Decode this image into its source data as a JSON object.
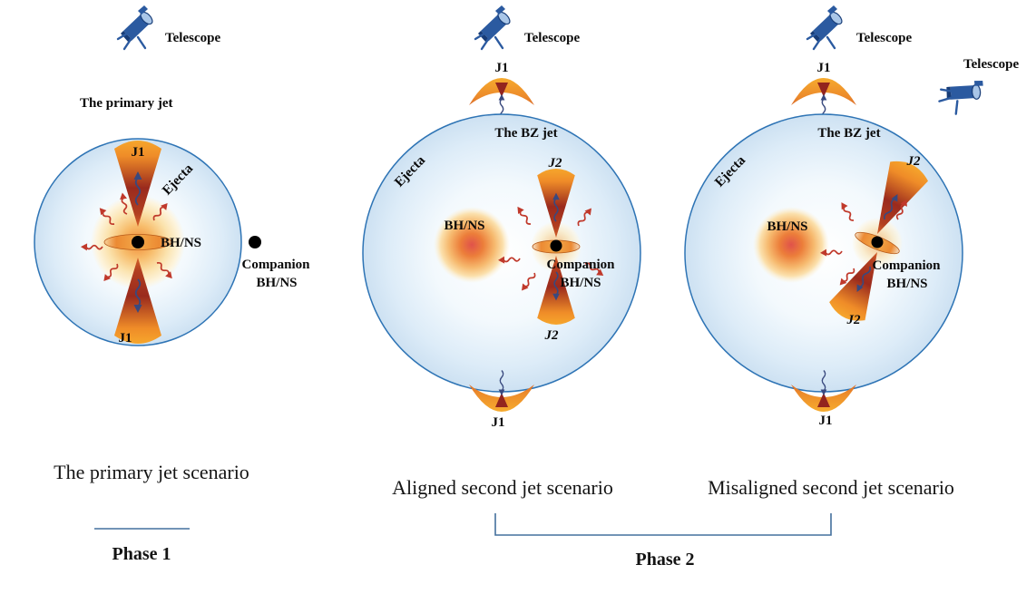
{
  "figure": {
    "phase1_label": "Phase 1",
    "phase2_label": "Phase 2"
  },
  "panels": [
    {
      "telescope": "Telescope",
      "primary_jet": "The primary jet",
      "j1_top": "J1",
      "j1_bottom": "J1",
      "ejecta": "Ejecta",
      "bhns": "BH/NS",
      "companion_line1": "Companion",
      "companion_line2": "BH/NS",
      "caption": "The primary jet scenario"
    },
    {
      "telescope": "Telescope",
      "bz_jet": "The BZ jet",
      "j1_top": "J1",
      "j1_bottom": "J1",
      "j2_top": "J2",
      "j2_bottom": "J2",
      "ejecta": "Ejecta",
      "bhns": "BH/NS",
      "companion_line1": "Companion",
      "companion_line2": "BH/NS",
      "caption": "Aligned second jet scenario"
    },
    {
      "telescope": "Telescope",
      "telescope2": "Telescope",
      "bz_jet": "The BZ jet",
      "j1_top": "J1",
      "j1_bottom": "J1",
      "j2_top": "J2",
      "j2_bottom": "J2",
      "ejecta": "Ejecta",
      "bhns": "BH/NS",
      "companion_line1": "Companion",
      "companion_line2": "BH/NS",
      "caption": "Misaligned second jet scenario"
    }
  ],
  "icons": {
    "telescope": "telescope-icon",
    "jet_flow_arrow": "wavy-arrow-icon",
    "photon_arrow": "photon-squiggle-icon"
  },
  "colors": {
    "ejecta_stroke": "#2e74b5",
    "ejecta_fill": "#d9e9f7",
    "jet_orange": "#f5a02a",
    "jet_dark_red": "#9a2a1d",
    "glow_orange": "#f2a24a",
    "arrow_blue": "#39497e",
    "photon_red": "#c0392b",
    "phase_line_blue": "#44709d",
    "text_black": "#0a0a0a"
  }
}
